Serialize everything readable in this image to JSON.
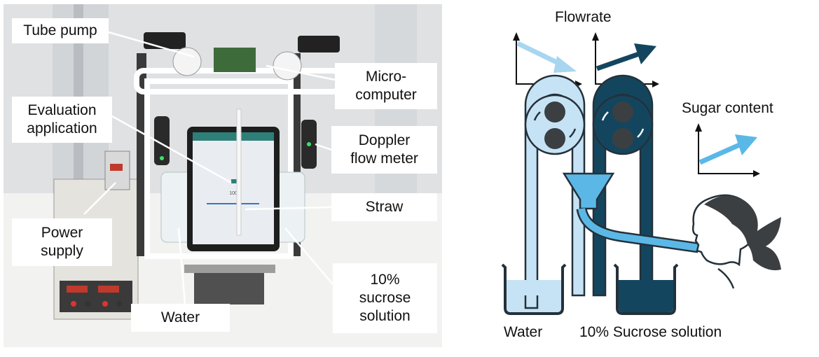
{
  "photo": {
    "labels": {
      "tube_pump": "Tube pump",
      "microcomputer": "Micro-\ncomputer",
      "evaluation_application": "Evaluation\napplication",
      "doppler_flow_meter": "Doppler\nflow meter",
      "straw": "Straw",
      "power_supply": "Power\nsupply",
      "water": "Water",
      "sucrose_solution": "10%\nsucrose\nsolution"
    },
    "tablet_screen": {
      "value_readout": "1000"
    }
  },
  "diagram": {
    "labels": {
      "flowrate": "Flowrate",
      "sugar_content": "Sugar content",
      "water": "Water",
      "sucrose_solution": "10% Sucrose solution"
    },
    "colors": {
      "water_light": "#c6e3f5",
      "water_accent": "#5bb8e6",
      "sucrose_dark": "#13465e",
      "outline": "#24313a"
    },
    "icons": {
      "person": "profile-head-icon",
      "rotation": "rotation-arrows-icon"
    }
  }
}
